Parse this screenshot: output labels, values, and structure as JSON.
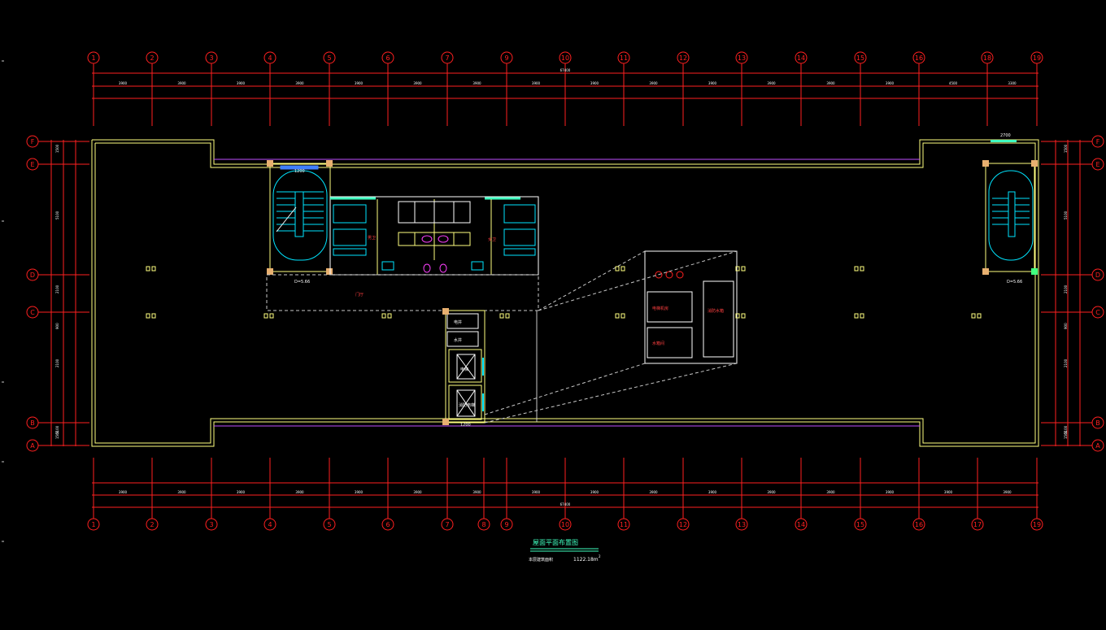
{
  "drawing": {
    "title": "屋面平面布置图",
    "area_label": "本层建筑面积",
    "area_value": "1122.18m",
    "area_sup": "2"
  },
  "axes": {
    "top_numbers": [
      "1",
      "2",
      "3",
      "4",
      "5",
      "6",
      "7",
      "9",
      "10",
      "11",
      "12",
      "13",
      "14",
      "15",
      "16",
      "18",
      "19"
    ],
    "bottom_numbers": [
      "1",
      "2",
      "3",
      "4",
      "5",
      "6",
      "7",
      "8",
      "9",
      "10",
      "11",
      "12",
      "13",
      "14",
      "15",
      "16",
      "17",
      "19"
    ],
    "left_letters": [
      "F",
      "E",
      "D",
      "C",
      "B",
      "A"
    ],
    "right_letters": [
      "F",
      "E",
      "D",
      "C",
      "B",
      "A"
    ]
  },
  "dims": {
    "top_total": "67400",
    "bottom_total": "67400",
    "top_row1": [
      "3900",
      "3900",
      "3900",
      "3900",
      "3900",
      "3900",
      "3900",
      "3900",
      "3900",
      "3900",
      "3900",
      "3900",
      "3900",
      "3900",
      "4500",
      "3300"
    ],
    "bottom_row2": [
      "3900",
      "3900",
      "3900",
      "3900",
      "3900",
      "3900",
      "3900",
      "3900",
      "3900",
      "3900",
      "3900",
      "3900",
      "3900",
      "3900",
      "3900",
      "3900"
    ],
    "left_row": [
      "1500",
      "5100",
      "2100",
      "900",
      "2100",
      "5100",
      "1500"
    ],
    "right_row": [
      "1500",
      "5100",
      "2100",
      "900",
      "2100",
      "5100",
      "1500"
    ]
  },
  "rooms": {
    "toilet_left": "男卫",
    "toilet_right": "女卫",
    "stair_left_label": "D=5.66",
    "stair_right_label": "D=5.66",
    "hall_label": "门厅",
    "elec_room": "电井",
    "water_room": "水井",
    "elevator_1": "电梯",
    "elevator_2": "消防电梯",
    "machine_room_1": "电梯机房",
    "machine_room_2": "水箱间",
    "machine_room_3": "消防水箱",
    "dim_1200": "1200",
    "dim_2700": "2700",
    "dim_1200b": "1200"
  },
  "colors": {
    "axis_red": "#ff2020",
    "wall_yellow": "#ffff80",
    "cyan": "#00e5ff",
    "magenta": "#ff40ff",
    "white": "#ffffff",
    "green": "#40ff80",
    "orange": "#e8b070"
  }
}
